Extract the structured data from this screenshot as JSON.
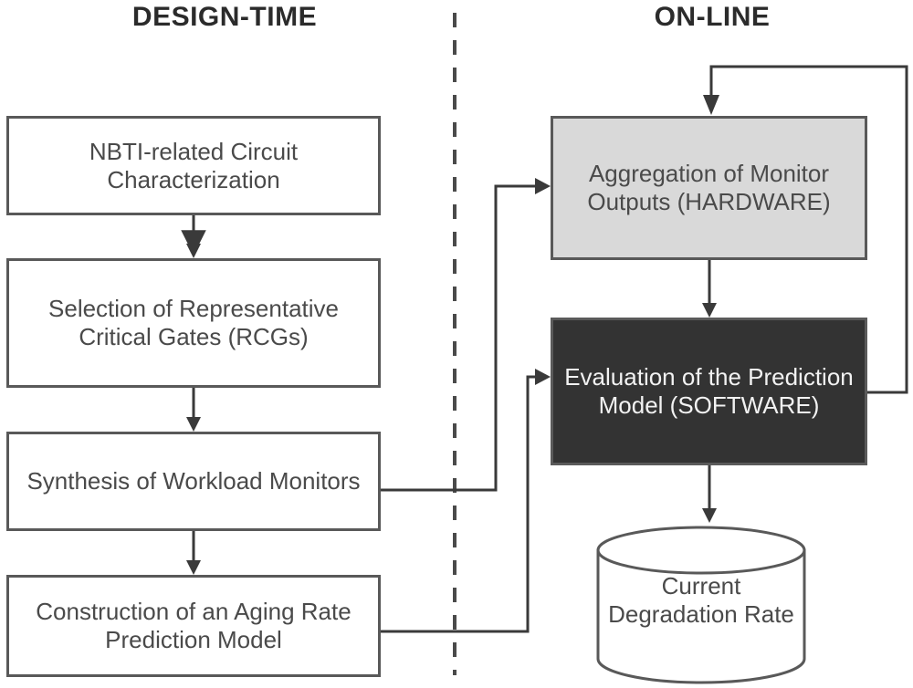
{
  "headers": {
    "design_time": "DESIGN-TIME",
    "online": "ON-LINE"
  },
  "design_nodes": [
    {
      "id": "nbti-characterization",
      "label": "NBTI-related Circuit Characterization"
    },
    {
      "id": "rcg-selection",
      "label": "Selection of Representative Critical Gates (RCGs)"
    },
    {
      "id": "workload-monitors",
      "label": "Synthesis of Workload Monitors"
    },
    {
      "id": "aging-rate-model",
      "label": "Construction of an Aging Rate Prediction Model"
    }
  ],
  "online_nodes": [
    {
      "id": "monitor-aggregation",
      "label": "Aggregation of Monitor Outputs (HARDWARE)",
      "fill": "#d9d9d9"
    },
    {
      "id": "prediction-evaluation",
      "label": "Evaluation of the Prediction Model (SOFTWARE)",
      "fill": "#333333"
    }
  ],
  "datastore": {
    "id": "current-degradation-rate",
    "label": "Current Degradation Rate"
  },
  "divider": {
    "style": "dashed",
    "orientation": "vertical"
  },
  "colors": {
    "stroke": "#595959",
    "text": "#4a4a4a",
    "hardware_fill": "#d9d9d9",
    "software_fill": "#333333",
    "software_text": "#f2f2f2",
    "background": "#ffffff"
  }
}
